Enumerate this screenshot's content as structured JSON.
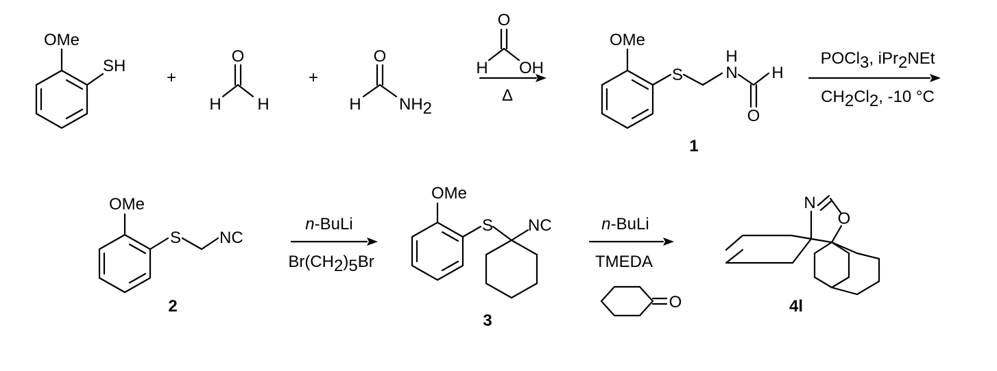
{
  "labels": {
    "ome": "OMe",
    "sh": "SH",
    "s": "S",
    "o": "O",
    "h": "H",
    "nh": "N",
    "nh2_n": "NH",
    "nh2_sub": "2",
    "oh": "OH",
    "nc": "NC",
    "n": "N",
    "plus": "+",
    "delta": "Δ",
    "eq": "O"
  },
  "conditions": {
    "step2_top": [
      "POCl",
      "3",
      ", iPr",
      "2",
      "NEt"
    ],
    "step2_bottom": [
      "CH",
      "2",
      "Cl",
      "2",
      ", -10 °C"
    ],
    "step3_top": [
      "n",
      "-BuLi"
    ],
    "step3_bottom": [
      "Br(CH",
      "2",
      ")",
      "5",
      "Br"
    ],
    "step4_top": [
      "n",
      "-BuLi"
    ],
    "step4_bottom": "TMEDA"
  },
  "compounds": {
    "c1": "1",
    "c2": "2",
    "c3": "3",
    "c4": "4l"
  }
}
